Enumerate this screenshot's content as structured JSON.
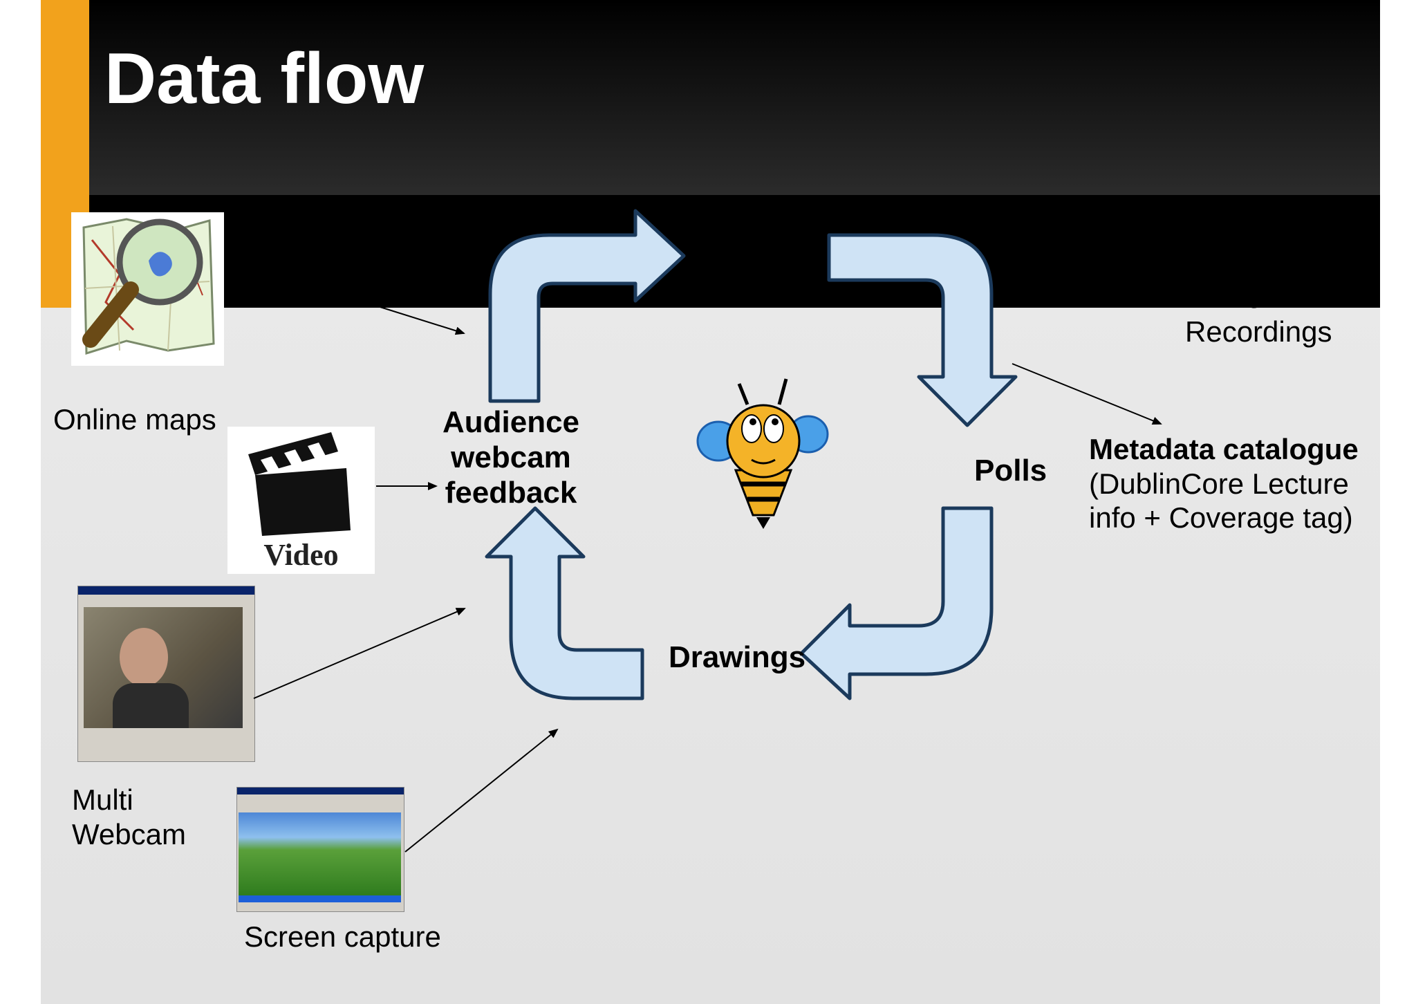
{
  "slide": {
    "title": "Data flow"
  },
  "sources": {
    "online_maps": "Online maps",
    "video_label": "Video",
    "multi_webcam": [
      "Multi",
      "Webcam"
    ],
    "screen_capture": "Screen capture"
  },
  "cycle": {
    "audience": [
      "Audience",
      "webcam",
      "feedback"
    ],
    "polls": "Polls",
    "drawings": "Drawings"
  },
  "outputs": {
    "recordings_cut": "Categorized",
    "recordings": "Recordings",
    "metadata_title": "Metadata catalogue",
    "metadata_desc": [
      "(DublinCore Lecture",
      "info + Coverage tag)"
    ]
  },
  "colors": {
    "accent_orange": "#f2a21c",
    "arrow_fill": "#cfe3f5",
    "arrow_stroke": "#1b3a5c"
  }
}
